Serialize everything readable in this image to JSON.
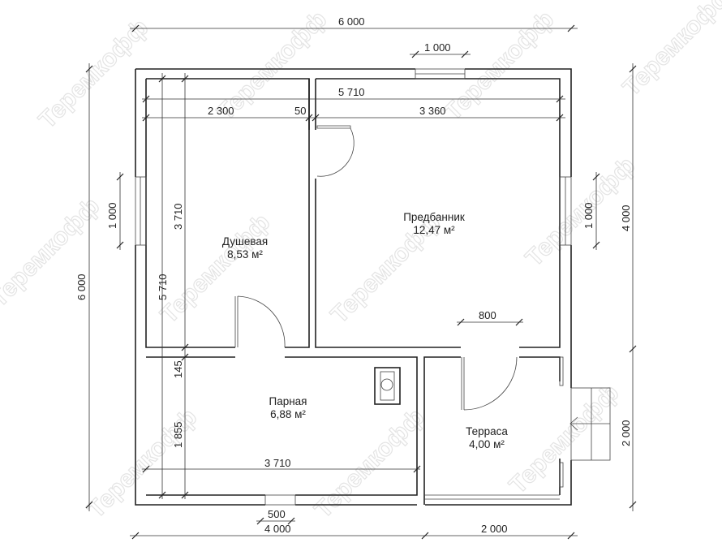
{
  "watermark": "Теремкофф",
  "rooms": [
    {
      "name": "Душевая",
      "area": "8,53 м²"
    },
    {
      "name": "Предбанник",
      "area": "12,47 м²"
    },
    {
      "name": "Парная",
      "area": "6,88 м²"
    },
    {
      "name": "Терраса",
      "area": "4,00 м²"
    }
  ],
  "dimensions": {
    "top_total": "6 000",
    "top_window": "1 000",
    "inner_width": "5 710",
    "shower_width": "2 300",
    "partition": "50",
    "anteroom_width": "3 360",
    "left_total": "6 000",
    "left_window": "1 000",
    "left_inner": "5 710",
    "shower_depth": "3 710",
    "wall_gap": "145",
    "steam_depth": "1 855",
    "steam_width": "3 710",
    "door_width": "800",
    "bottom_window": "500",
    "bottom_left": "4 000",
    "bottom_right": "2 000",
    "right_upper": "4 000",
    "right_window": "1 000",
    "right_lower": "2 000"
  }
}
